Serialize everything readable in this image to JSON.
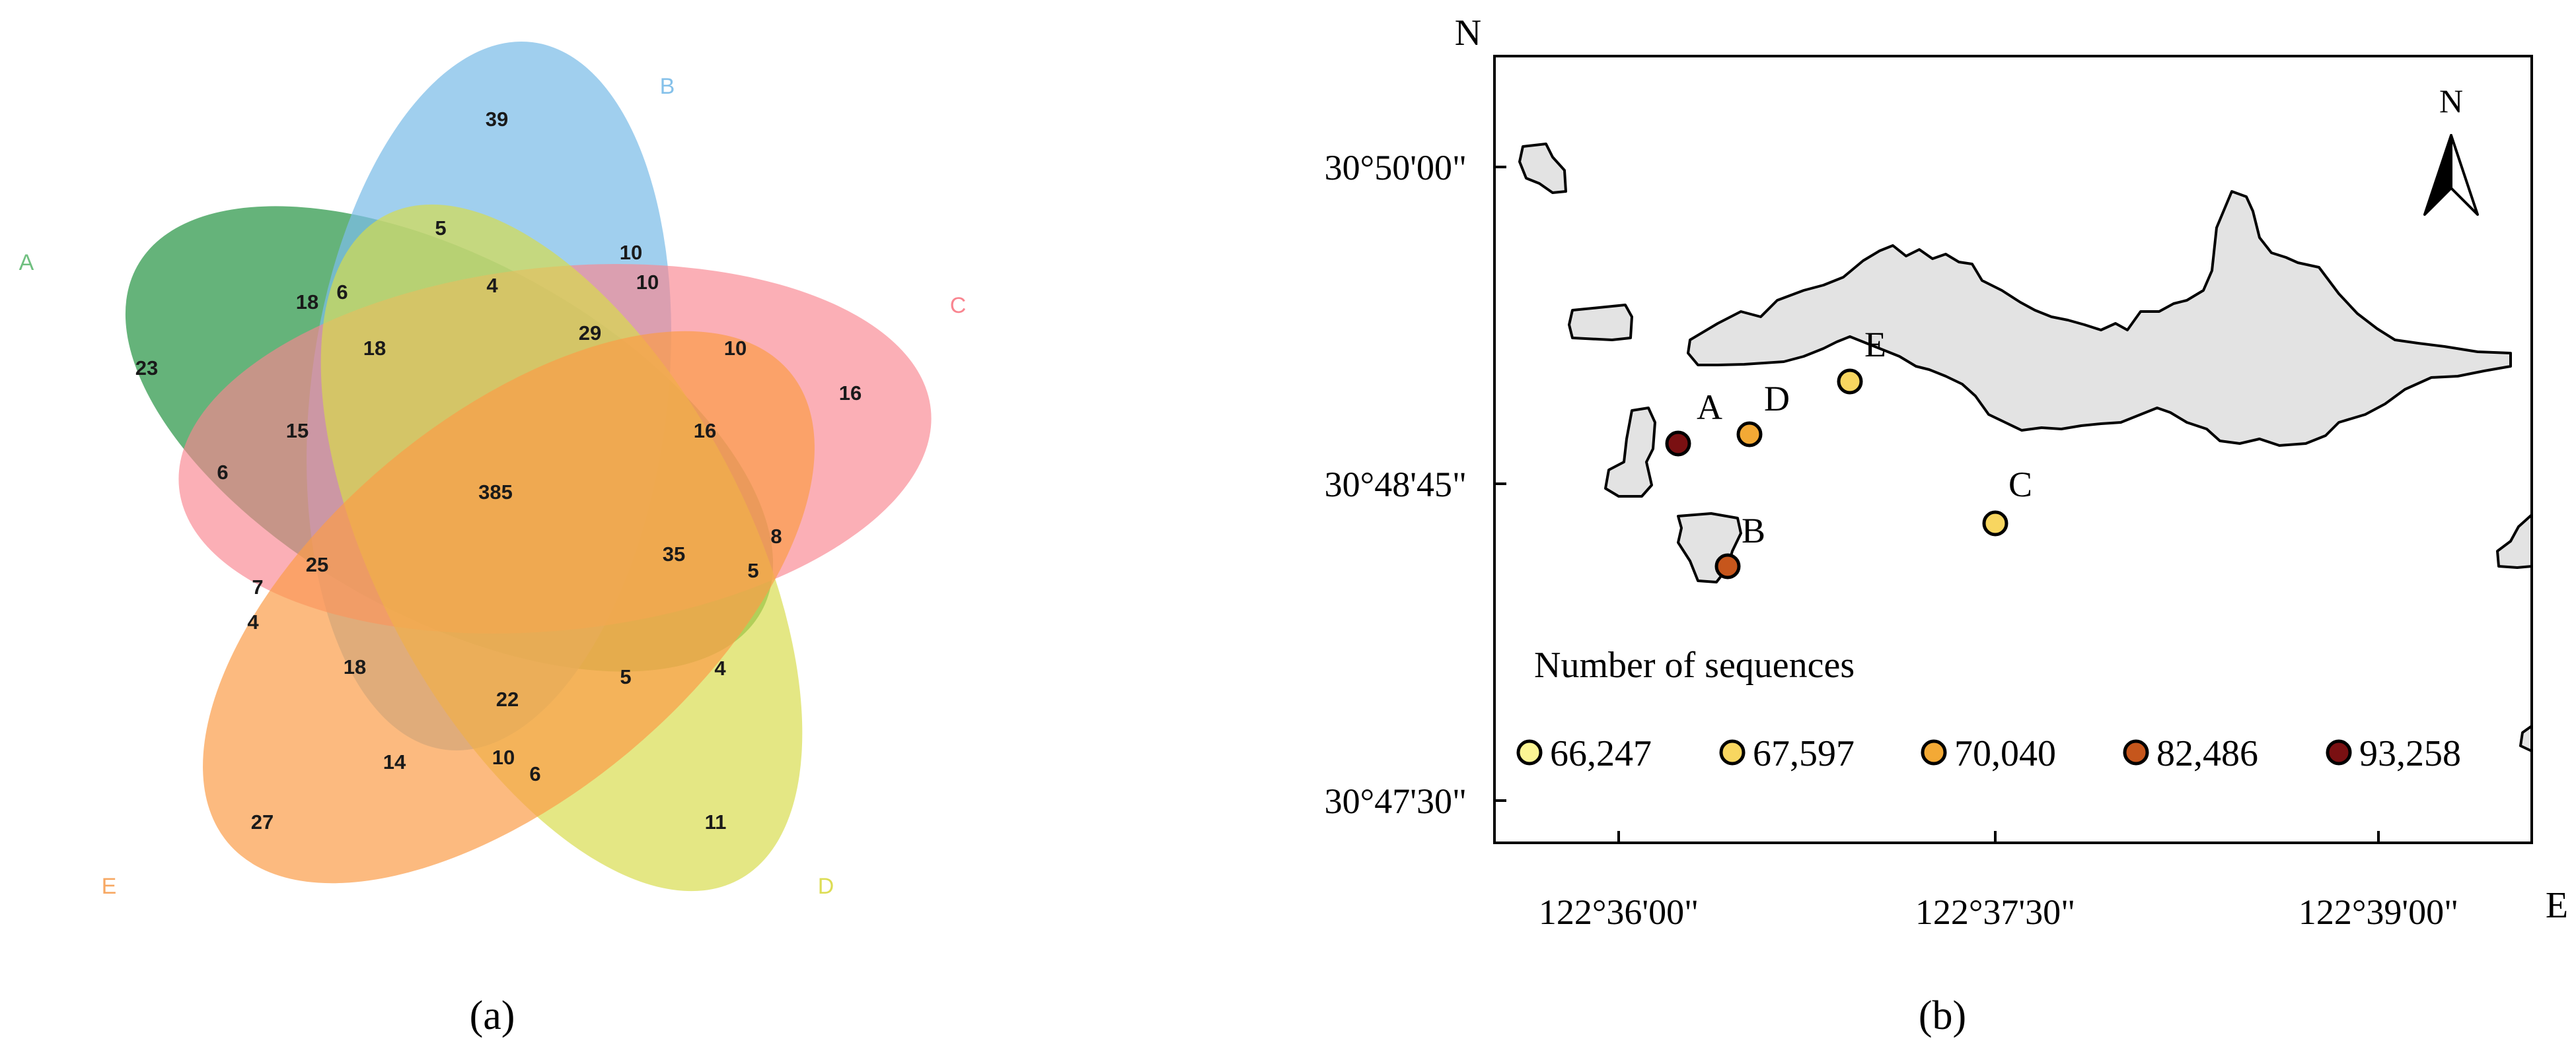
{
  "panel_a": {
    "label_text": "(a)",
    "sets": [
      {
        "name": "A",
        "color": "#3a9e55",
        "label_color": "#6fbf7f"
      },
      {
        "name": "B",
        "color": "#7cbde8",
        "label_color": "#85c1ea"
      },
      {
        "name": "C",
        "color": "#f98590",
        "label_color": "#f98590"
      },
      {
        "name": "D",
        "color": "#d7dc4a",
        "label_color": "#dddd55"
      },
      {
        "name": "E",
        "color": "#fb9c48",
        "label_color": "#f7a863"
      }
    ],
    "region_counts": [
      "39",
      "5",
      "10",
      "10",
      "4",
      "29",
      "10",
      "18",
      "6",
      "18",
      "23",
      "15",
      "16",
      "6",
      "385",
      "16",
      "35",
      "8",
      "5",
      "7",
      "25",
      "4",
      "18",
      "22",
      "5",
      "4",
      "14",
      "10",
      "6",
      "27",
      "11"
    ]
  },
  "panel_b": {
    "label_text": "(b)",
    "north_label": "N",
    "east_label": "E",
    "north_arrow_label": "N",
    "lat_ticks": [
      "30°50'00\"",
      "30°48'45\"",
      "30°47'30\""
    ],
    "lon_ticks": [
      "122°36'00\"",
      "122°37'30\"",
      "122°39'00\""
    ],
    "legend": {
      "title": "Number of sequences",
      "entries": [
        {
          "label": "66,247",
          "color": "#fbf594"
        },
        {
          "label": "67,597",
          "color": "#f8d660"
        },
        {
          "label": "70,040",
          "color": "#f3a935"
        },
        {
          "label": "82,486",
          "color": "#c6561c"
        },
        {
          "label": "93,258",
          "color": "#7a1012"
        }
      ]
    },
    "sites": [
      {
        "name": "A",
        "color": "#7a1012"
      },
      {
        "name": "B",
        "color": "#c6561c"
      },
      {
        "name": "C",
        "color": "#f8d660"
      },
      {
        "name": "D",
        "color": "#f3a935"
      },
      {
        "name": "E",
        "color": "#f8d660"
      }
    ]
  }
}
